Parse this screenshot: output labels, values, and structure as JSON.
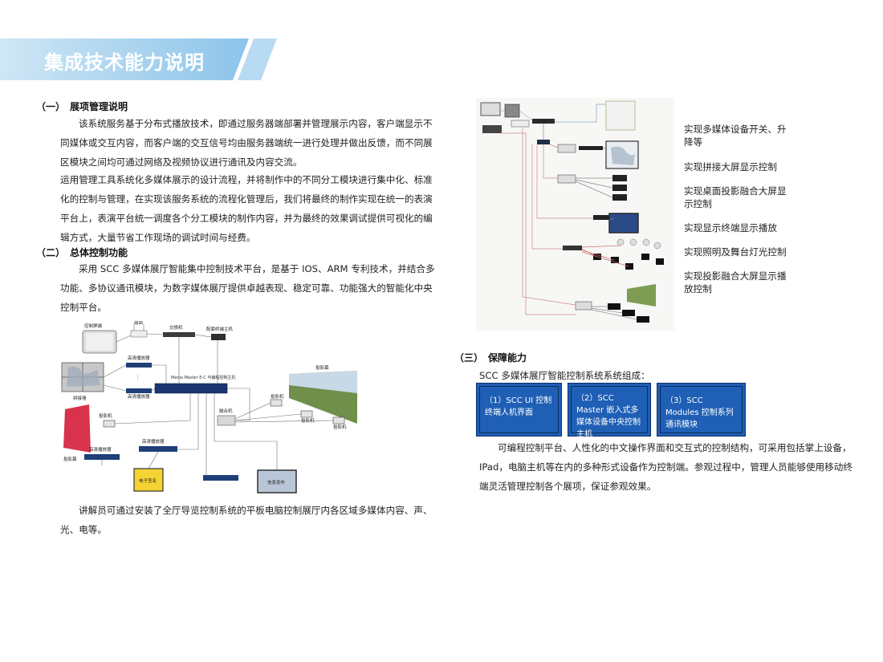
{
  "header": {
    "title": "集成技术能力说明"
  },
  "section1": {
    "num": "（一）",
    "title": "展项管理说明",
    "p1": "该系统服务基于分布式播放技术，即通过服务器端部署并管理展示内容，客户端显示不同媒体或交互内容，而客户端的交互信号均由服务器端统一进行处理并做出反馈，而不同展区模块之间均可通过网络及视频协议进行通讯及内容交流。",
    "p2": "运用管理工具系统化多媒体展示的设计流程，并将制作中的不同分工模块进行集中化、标准化的控制与管理，在实现该服务系统的流程化管理后，我们将最终的制作实现在统一的表演平台上，表演平台统一调度各个分工模块的制作内容，并为最终的效果调试提供可视化的编辑方式，大量节省工作现场的调试时间与经费。"
  },
  "section2": {
    "num": "（二）",
    "title": "总体控制功能",
    "p1": "采用 SCC 多媒体展厅智能集中控制技术平台，是基于 IOS、ARM 专利技术，并结合多功能、多协议通讯模块，为数字媒体展厅提供卓越表现、稳定可靠、功能强大的智能化中央控制平台。",
    "p_after": "讲解员可通过安装了全厅导览控制系统的平板电脑控制展厅内各区域多媒体内容、声、光、电等。"
  },
  "diagram_left": {
    "labels": {
      "control_screen": "控制屏端",
      "router": "路由",
      "switch": "交换机",
      "terminal_host": "配套终端主机",
      "hd_player_1": "高清播放器",
      "hd_player_2": "高清播放器",
      "hd_player_3": "高清播放器",
      "hd_player_4": "高清播放器",
      "media_master": "Media Master E-C 可编程控制主机",
      "splice_wall": "拼接墙",
      "projector_screen_top": "投影幕",
      "projector_1": "投影机",
      "projector_2": "投影机",
      "projector_3": "投影机",
      "projector_4": "投影机",
      "fusion": "融合机",
      "projector_screen_left": "投影幕",
      "e_signboard": "电子签名",
      "info_release": "信息发布"
    }
  },
  "diagram_right": {
    "captions": [
      "实现多媒体设备开关、升降等",
      "实现拼接大屏显示控制",
      "实现桌面投影融合大屏显示控制",
      "实现显示终端显示播放",
      "实现照明及舞台灯光控制",
      "实现投影融合大屏显示播放控制"
    ]
  },
  "section3": {
    "num": "（三）",
    "title": "保障能力",
    "intro": "SCC 多媒体展厅智能控制系统系统组成：",
    "boxes": [
      "（1）SCC UI 控制终端人机界面",
      "（2）SCC Master 嵌入式多媒体设备中央控制主机",
      "（3）SCC Modules 控制系列通讯模块"
    ],
    "p1": "可编程控制平台、人性化的中文操作界面和交互式的控制结构，可采用包括掌上设备，IPad，电脑主机等在内的多种形式设备作为控制端。参观过程中，管理人员能够使用移动终端灵活管理控制各个展项，保证参观效果。"
  },
  "colors": {
    "banner_start": "#cfe5f5",
    "banner_end": "#8ec6ea",
    "box_fill": "#1f5fb5"
  }
}
